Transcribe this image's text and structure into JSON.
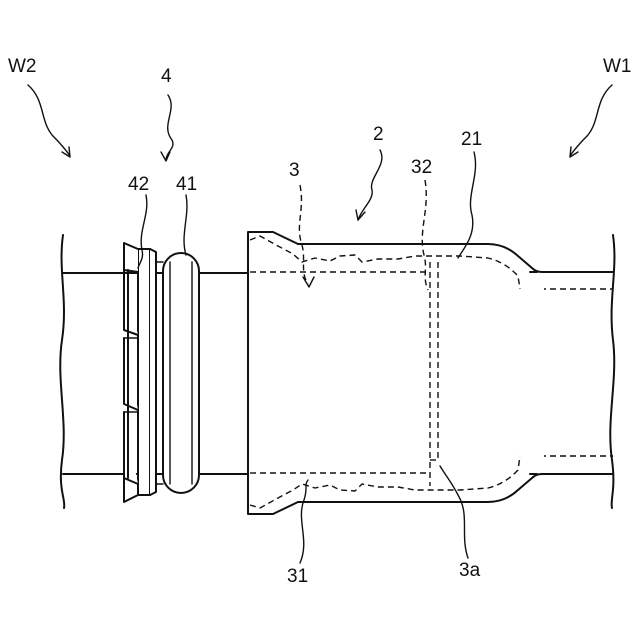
{
  "figure": {
    "labels": {
      "w2": "W2",
      "w1": "W1",
      "ring_assembly": "4",
      "fitting": "2",
      "inner_sleeve": "3",
      "sleeve_end_wall": "32",
      "fitting_body": "21",
      "claw_ring": "42",
      "o_ring": "41",
      "sleeve_tooth": "31",
      "sleeve_stepped_end": "3a"
    }
  }
}
